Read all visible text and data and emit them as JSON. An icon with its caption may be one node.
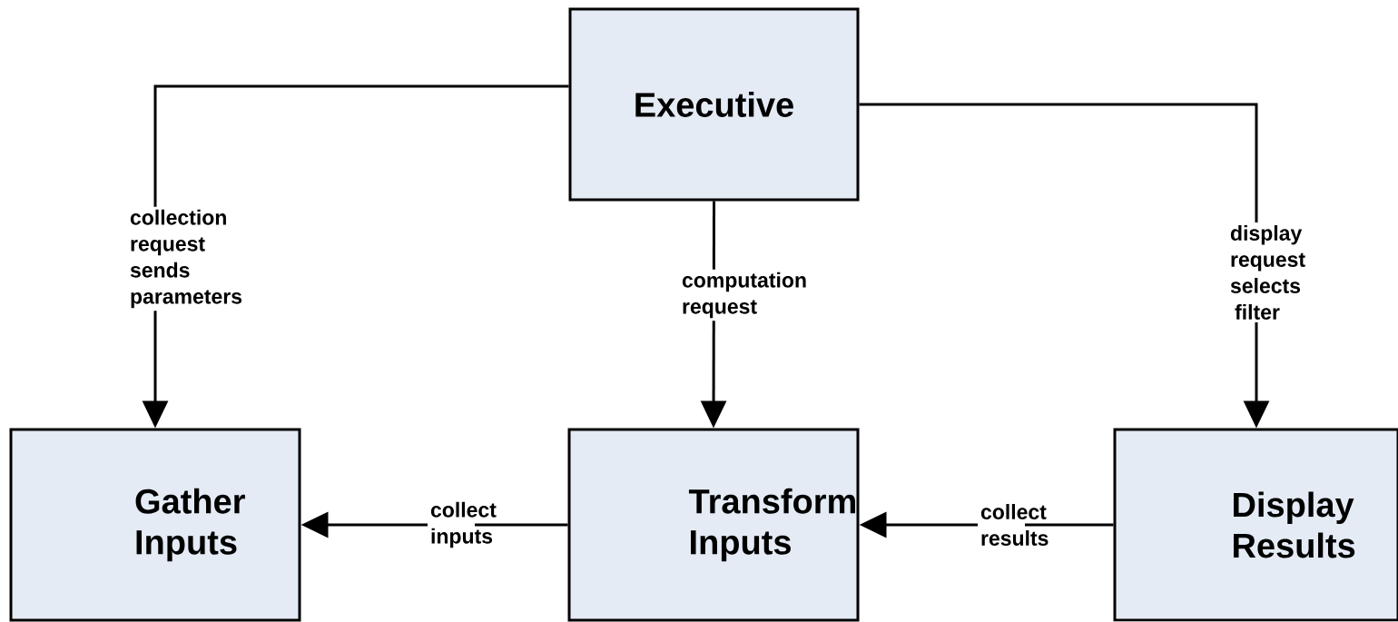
{
  "diagram": {
    "nodes": [
      {
        "text": [
          "Executive"
        ]
      },
      {
        "text": [
          "Gather Inputs"
        ]
      },
      {
        "text": [
          "Transform Inputs"
        ]
      },
      {
        "text": [
          "Display Results"
        ]
      }
    ],
    "edges": [
      {
        "from": 0,
        "to": 1,
        "arrow": "to",
        "label": "collection request sends parameters"
      },
      {
        "from": 0,
        "to": 2,
        "arrow": "to",
        "label": "computation request"
      },
      {
        "from": 0,
        "to": 3,
        "arrow": "to",
        "label": "display request selects filter"
      },
      {
        "from": 2,
        "to": 1,
        "arrow": "to",
        "label": "collect inputs"
      },
      {
        "from": 3,
        "to": 2,
        "arrow": "to",
        "label": "collect results"
      }
    ]
  }
}
